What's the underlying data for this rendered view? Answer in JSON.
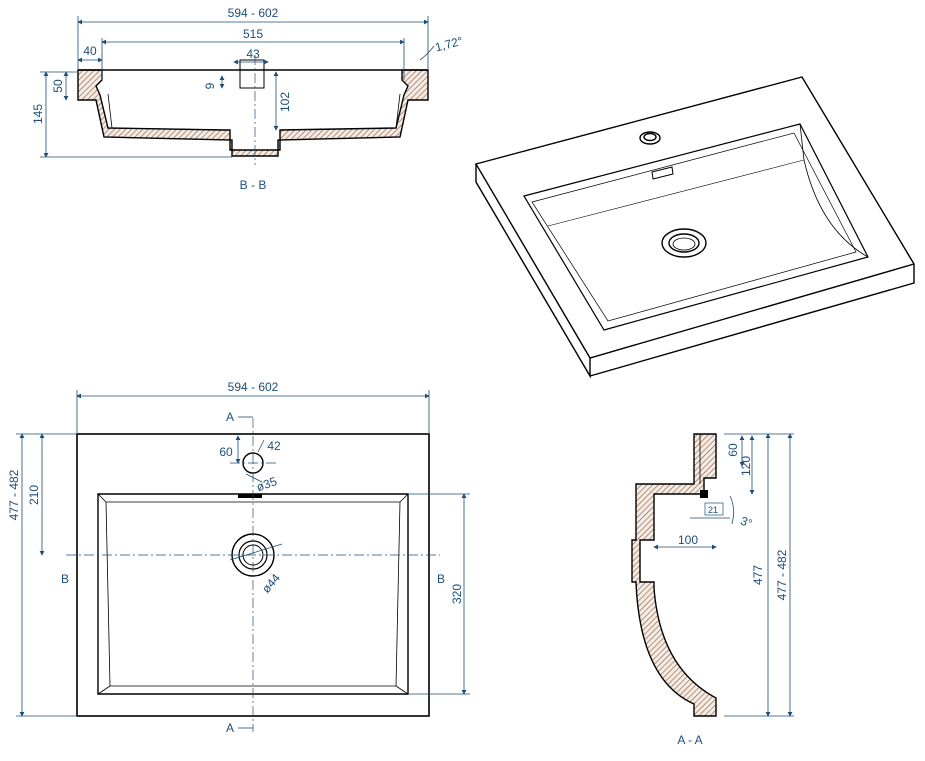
{
  "section_bb": {
    "title": "B - B",
    "dims": {
      "overall_width": "594 - 602",
      "inner_width": "515",
      "rim": "40",
      "slot_offset": "43",
      "slope_angle": "1,72°",
      "rim_height": "50",
      "total_height": "145",
      "slot_height": "9",
      "bowl_depth": "102"
    }
  },
  "plan_view": {
    "dims": {
      "overall_width": "594 - 602",
      "overall_depth": "477 - 482",
      "hole_distance": "210",
      "tap_hole_offset": "60",
      "tap_hole_spacing": "42",
      "tap_hole_diameter": "ø35",
      "drain_diameter": "ø44",
      "bowl_depth": "320"
    },
    "section_marks": {
      "a_top": "A",
      "a_bottom": "A",
      "b_left": "B",
      "b_right": "B"
    }
  },
  "section_aa": {
    "title": "A - A",
    "dims": {
      "rim_offset": "60",
      "overflow_height": "120",
      "overflow_width": "21",
      "angle": "3°",
      "depth_offset": "100",
      "inner_depth": "477",
      "overall_depth": "477 - 482"
    }
  },
  "colors": {
    "dimension": "#1d4f7a",
    "outline": "#000000",
    "hatch": "#8a5a3c"
  }
}
